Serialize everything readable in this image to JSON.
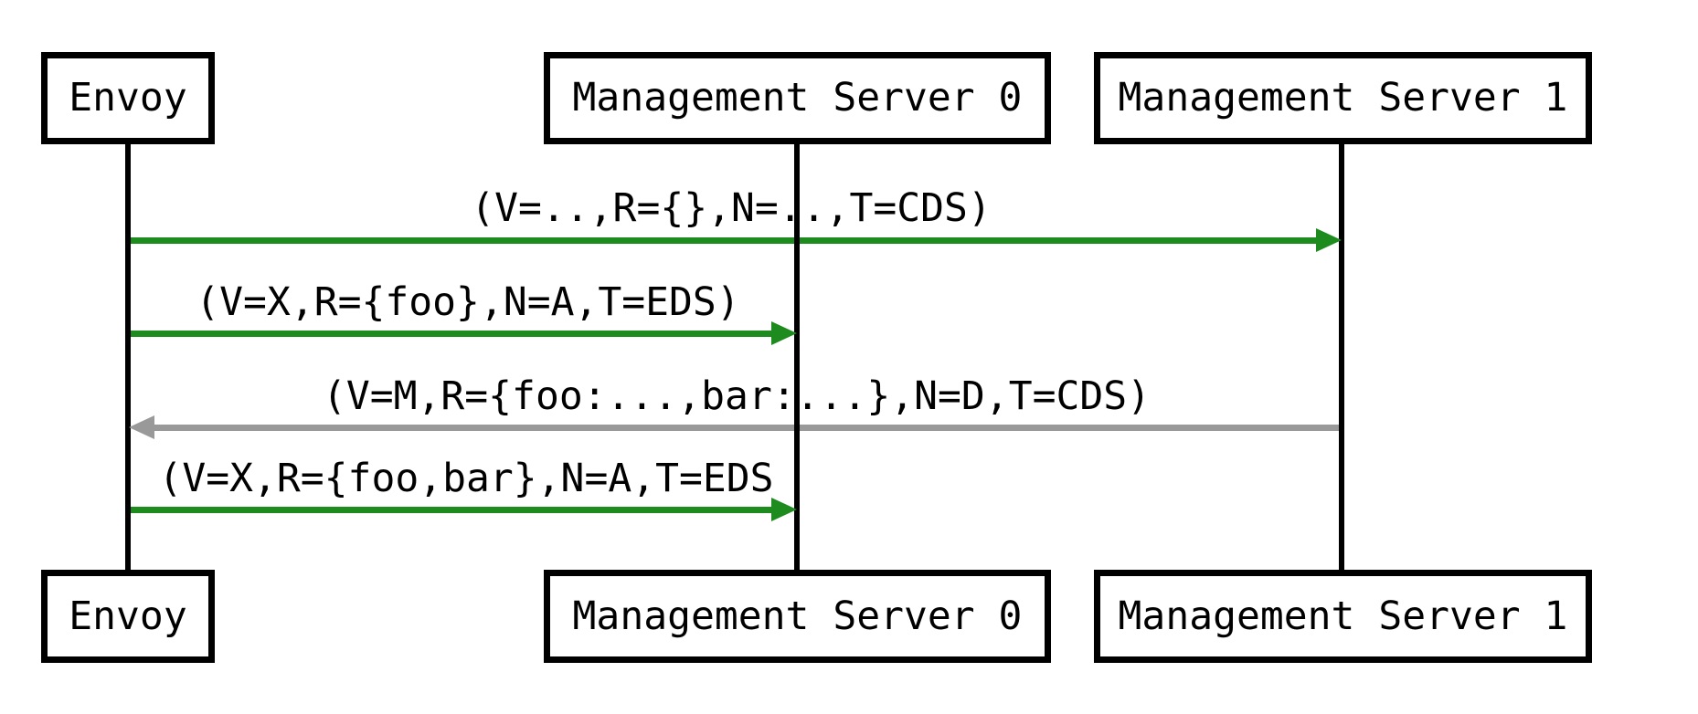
{
  "participants": [
    {
      "label": "Envoy"
    },
    {
      "label": "Management Server 0"
    },
    {
      "label": "Management Server 1"
    }
  ],
  "messages": [
    {
      "label": "(V=..,R={},N=..,T=CDS)",
      "from": "Envoy",
      "to": "Management Server 1",
      "direction": "right",
      "color": "#1e8b1e"
    },
    {
      "label": "(V=X,R={foo},N=A,T=EDS)",
      "from": "Envoy",
      "to": "Management Server 0",
      "direction": "right",
      "color": "#1e8b1e"
    },
    {
      "label": "(V=M,R={foo:...,bar:...},N=D,T=CDS)",
      "from": "Management Server 1",
      "to": "Envoy",
      "direction": "left",
      "color": "#999999"
    },
    {
      "label": "(V=X,R={foo,bar},N=A,T=EDS",
      "from": "Envoy",
      "to": "Management Server 0",
      "direction": "right",
      "color": "#1e8b1e"
    }
  ],
  "colors": {
    "request_arrow": "#1e8b1e",
    "response_arrow": "#999999",
    "line": "#000000",
    "background": "#ffffff"
  }
}
